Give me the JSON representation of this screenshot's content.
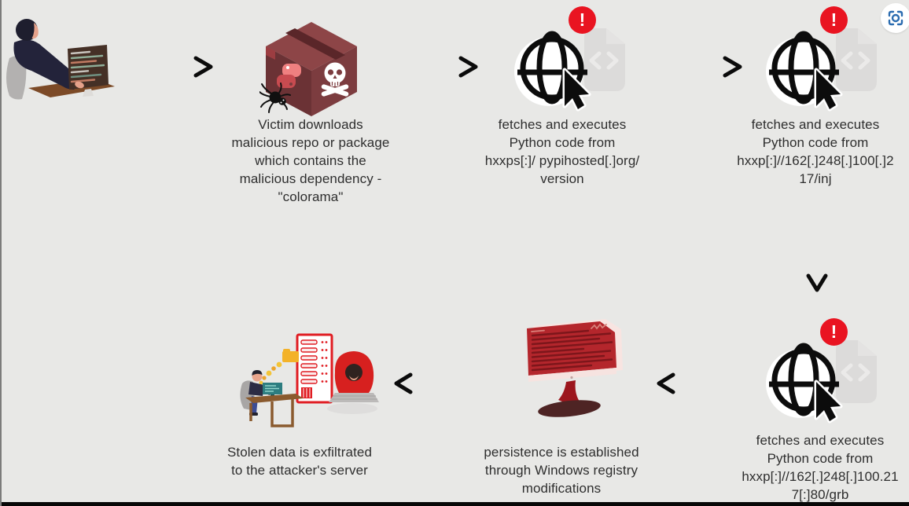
{
  "title": "Malware infection chain diagram (colorama supply-chain attack)",
  "colors": {
    "background": "#e8e8e6",
    "text": "#2e2e2e",
    "alert_badge_red": "#e91421",
    "package_maroon": "#7c3c3f",
    "server_red": "#e01c22",
    "monitor_red": "#b4262c",
    "scan_icon_blue": "#2b6cb0",
    "arrow_black": "#0b0b0b"
  },
  "badge": {
    "text": "!"
  },
  "steps": [
    {
      "id": "victim-download",
      "caption": "Victim downloads\nmalicious repo or package\nwhich contains the\nmalicious dependency -\n\"colorama\""
    },
    {
      "id": "fetch-pypihosted",
      "caption": "fetches and executes\nPython code from\nhxxps[:]/ pypihosted[.]org/\nversion"
    },
    {
      "id": "fetch-inj",
      "caption": "fetches and executes\nPython code from\nhxxp[:]//162[.]248[.]100[.]2\n17/inj"
    },
    {
      "id": "fetch-grb",
      "caption": "fetches and executes\nPython code from\nhxxp[:]//162[.]248[.]100.21\n7[:]80/grb"
    },
    {
      "id": "persistence",
      "caption": "persistence is established\nthrough Windows registry\nmodifications"
    },
    {
      "id": "exfiltration",
      "caption": "Stolen data is exfiltrated\nto the attacker's server"
    }
  ]
}
